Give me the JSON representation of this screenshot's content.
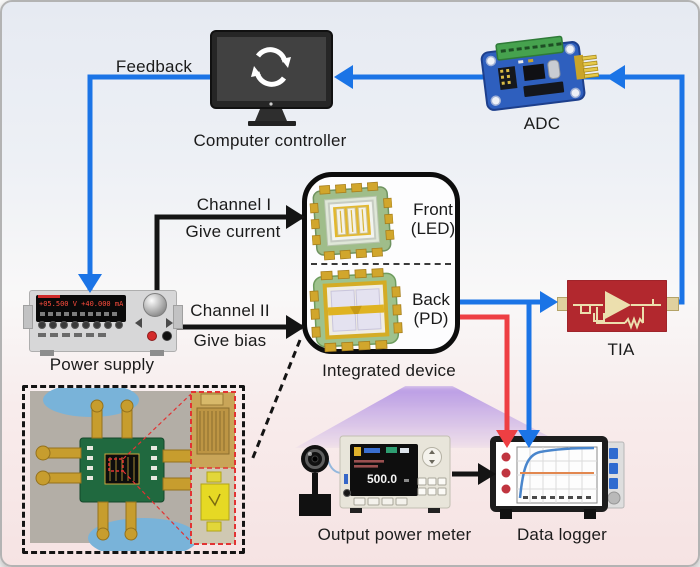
{
  "diagram": {
    "title_hint": "LED-PD integrated device measurement setup",
    "feedback_label": "Feedback",
    "channel1": {
      "title": "Channel I",
      "subtitle": "Give current"
    },
    "channel2": {
      "title": "Channel II",
      "subtitle": "Give bias"
    },
    "computer": {
      "label": "Computer controller"
    },
    "adc": {
      "label": "ADC"
    },
    "power_supply": {
      "label": "Power supply",
      "display_line1": "+05.500 V  +40.000 mA"
    },
    "integrated_device": {
      "label": "Integrated device",
      "front": "Front",
      "front_sub": "(LED)",
      "back": "Back",
      "back_sub": "(PD)"
    },
    "tia": {
      "label": "TIA"
    },
    "output_power_meter": {
      "label": "Output power meter",
      "reading": "500.0"
    },
    "data_logger": {
      "label": "Data logger"
    },
    "colors": {
      "signal_blue": "#1b74e6",
      "signal_red": "#ee3f43",
      "signal_black": "#141414",
      "glow_purple": "#8d61df",
      "tia_body": "#b2282e",
      "adc_board": "#2e5fbe"
    }
  }
}
